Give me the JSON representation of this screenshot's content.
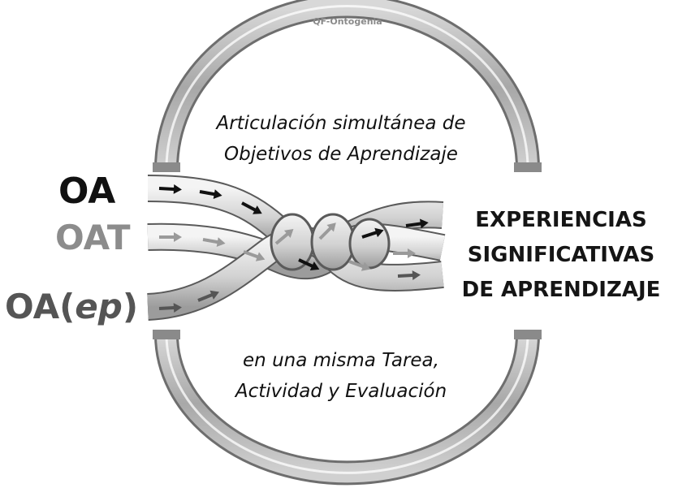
{
  "inputs": {
    "oa": "OA",
    "oat": "OAT",
    "oaep_prefix": "OA(",
    "oaep_italic": "ep",
    "oaep_suffix": ")"
  },
  "captions": {
    "top_line1": "Articulación simultánea de",
    "top_line2": "Objetivos de Aprendizaje",
    "bottom_line1": "en una misma Tarea,",
    "bottom_line2": "Actividad y Evaluación"
  },
  "result": {
    "line1": "EXPERIENCIAS",
    "line2": "SIGNIFICATIVAS",
    "line3": "DE APRENDIZAJE"
  },
  "watermark": "QF-Ontogenia",
  "colors": {
    "oa": "#111111",
    "oat": "#8c8c8c",
    "oaep": "#555555",
    "arrow_oa": "#111111",
    "arrow_oat": "#9a9a9a",
    "arrow_oaep": "#555555",
    "ring": "#9a9a9a"
  },
  "icons": {
    "braid": "braided-rope",
    "flow": "arrow-right"
  }
}
